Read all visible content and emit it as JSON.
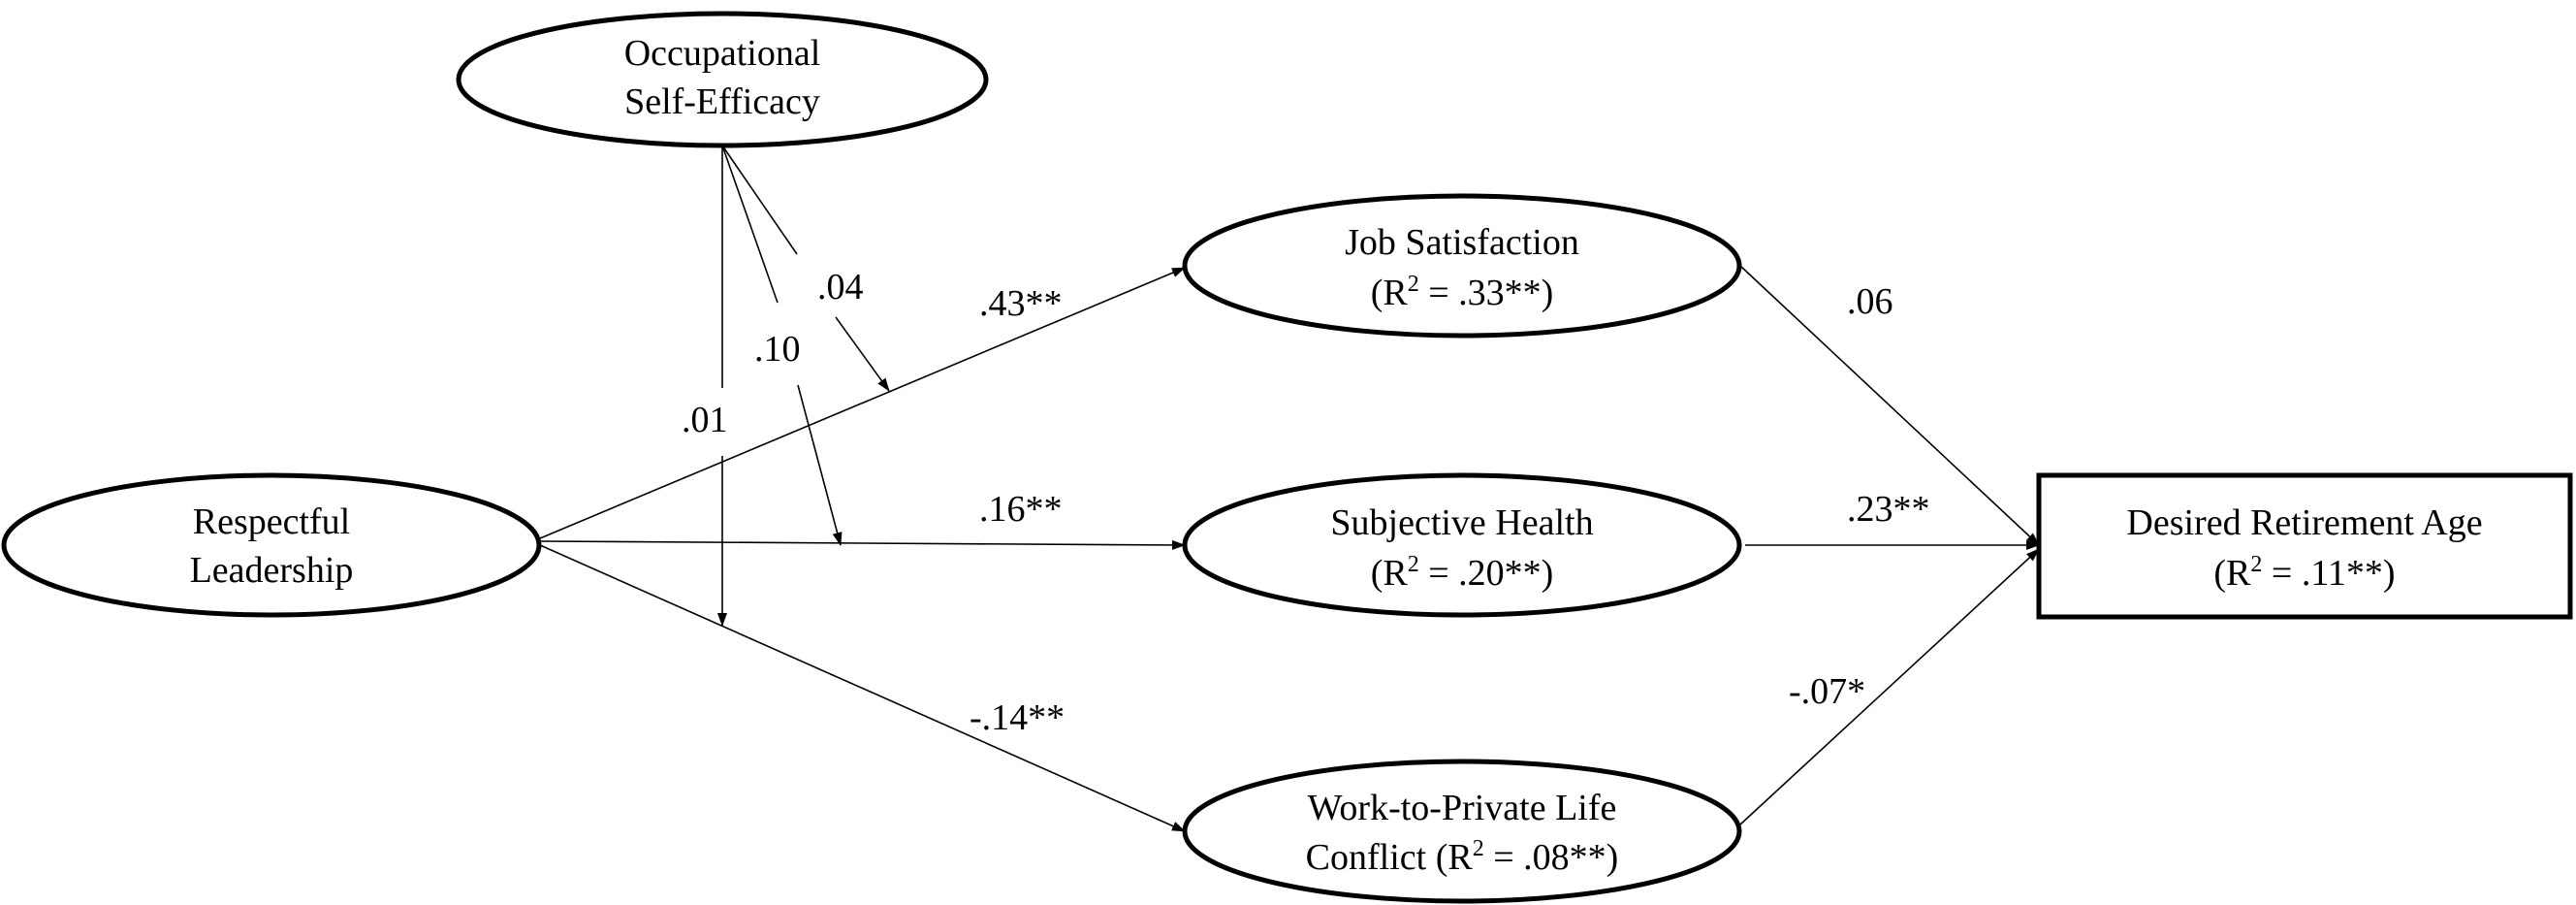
{
  "nodes": {
    "ose": {
      "line1": "Occupational",
      "line2": "Self-Efficacy"
    },
    "rl": {
      "line1": "Respectful",
      "line2": "Leadership"
    },
    "js": {
      "line1": "Job Satisfaction",
      "r2_prefix": "(R",
      "r2_sup": "2",
      "r2_suffix": " = .33**)"
    },
    "sh": {
      "line1": "Subjective Health",
      "r2_prefix": "(R",
      "r2_sup": "2",
      "r2_suffix": " = .20**)"
    },
    "wpl": {
      "line1": "Work-to-Private Life",
      "r2_prefix": "Conflict (R",
      "r2_sup": "2",
      "r2_suffix": " = .08**)"
    },
    "dra": {
      "line1": "Desired Retirement Age",
      "r2_prefix": "(R",
      "r2_sup": "2",
      "r2_suffix": " = .11**)"
    }
  },
  "edges": {
    "rl_js": ".43**",
    "rl_sh": ".16**",
    "rl_wpl": "-.14**",
    "js_dra": ".06",
    "sh_dra": ".23**",
    "wpl_dra": "-.07*",
    "mod_js": ".04",
    "mod_sh": ".10",
    "mod_wpl": ".01"
  }
}
